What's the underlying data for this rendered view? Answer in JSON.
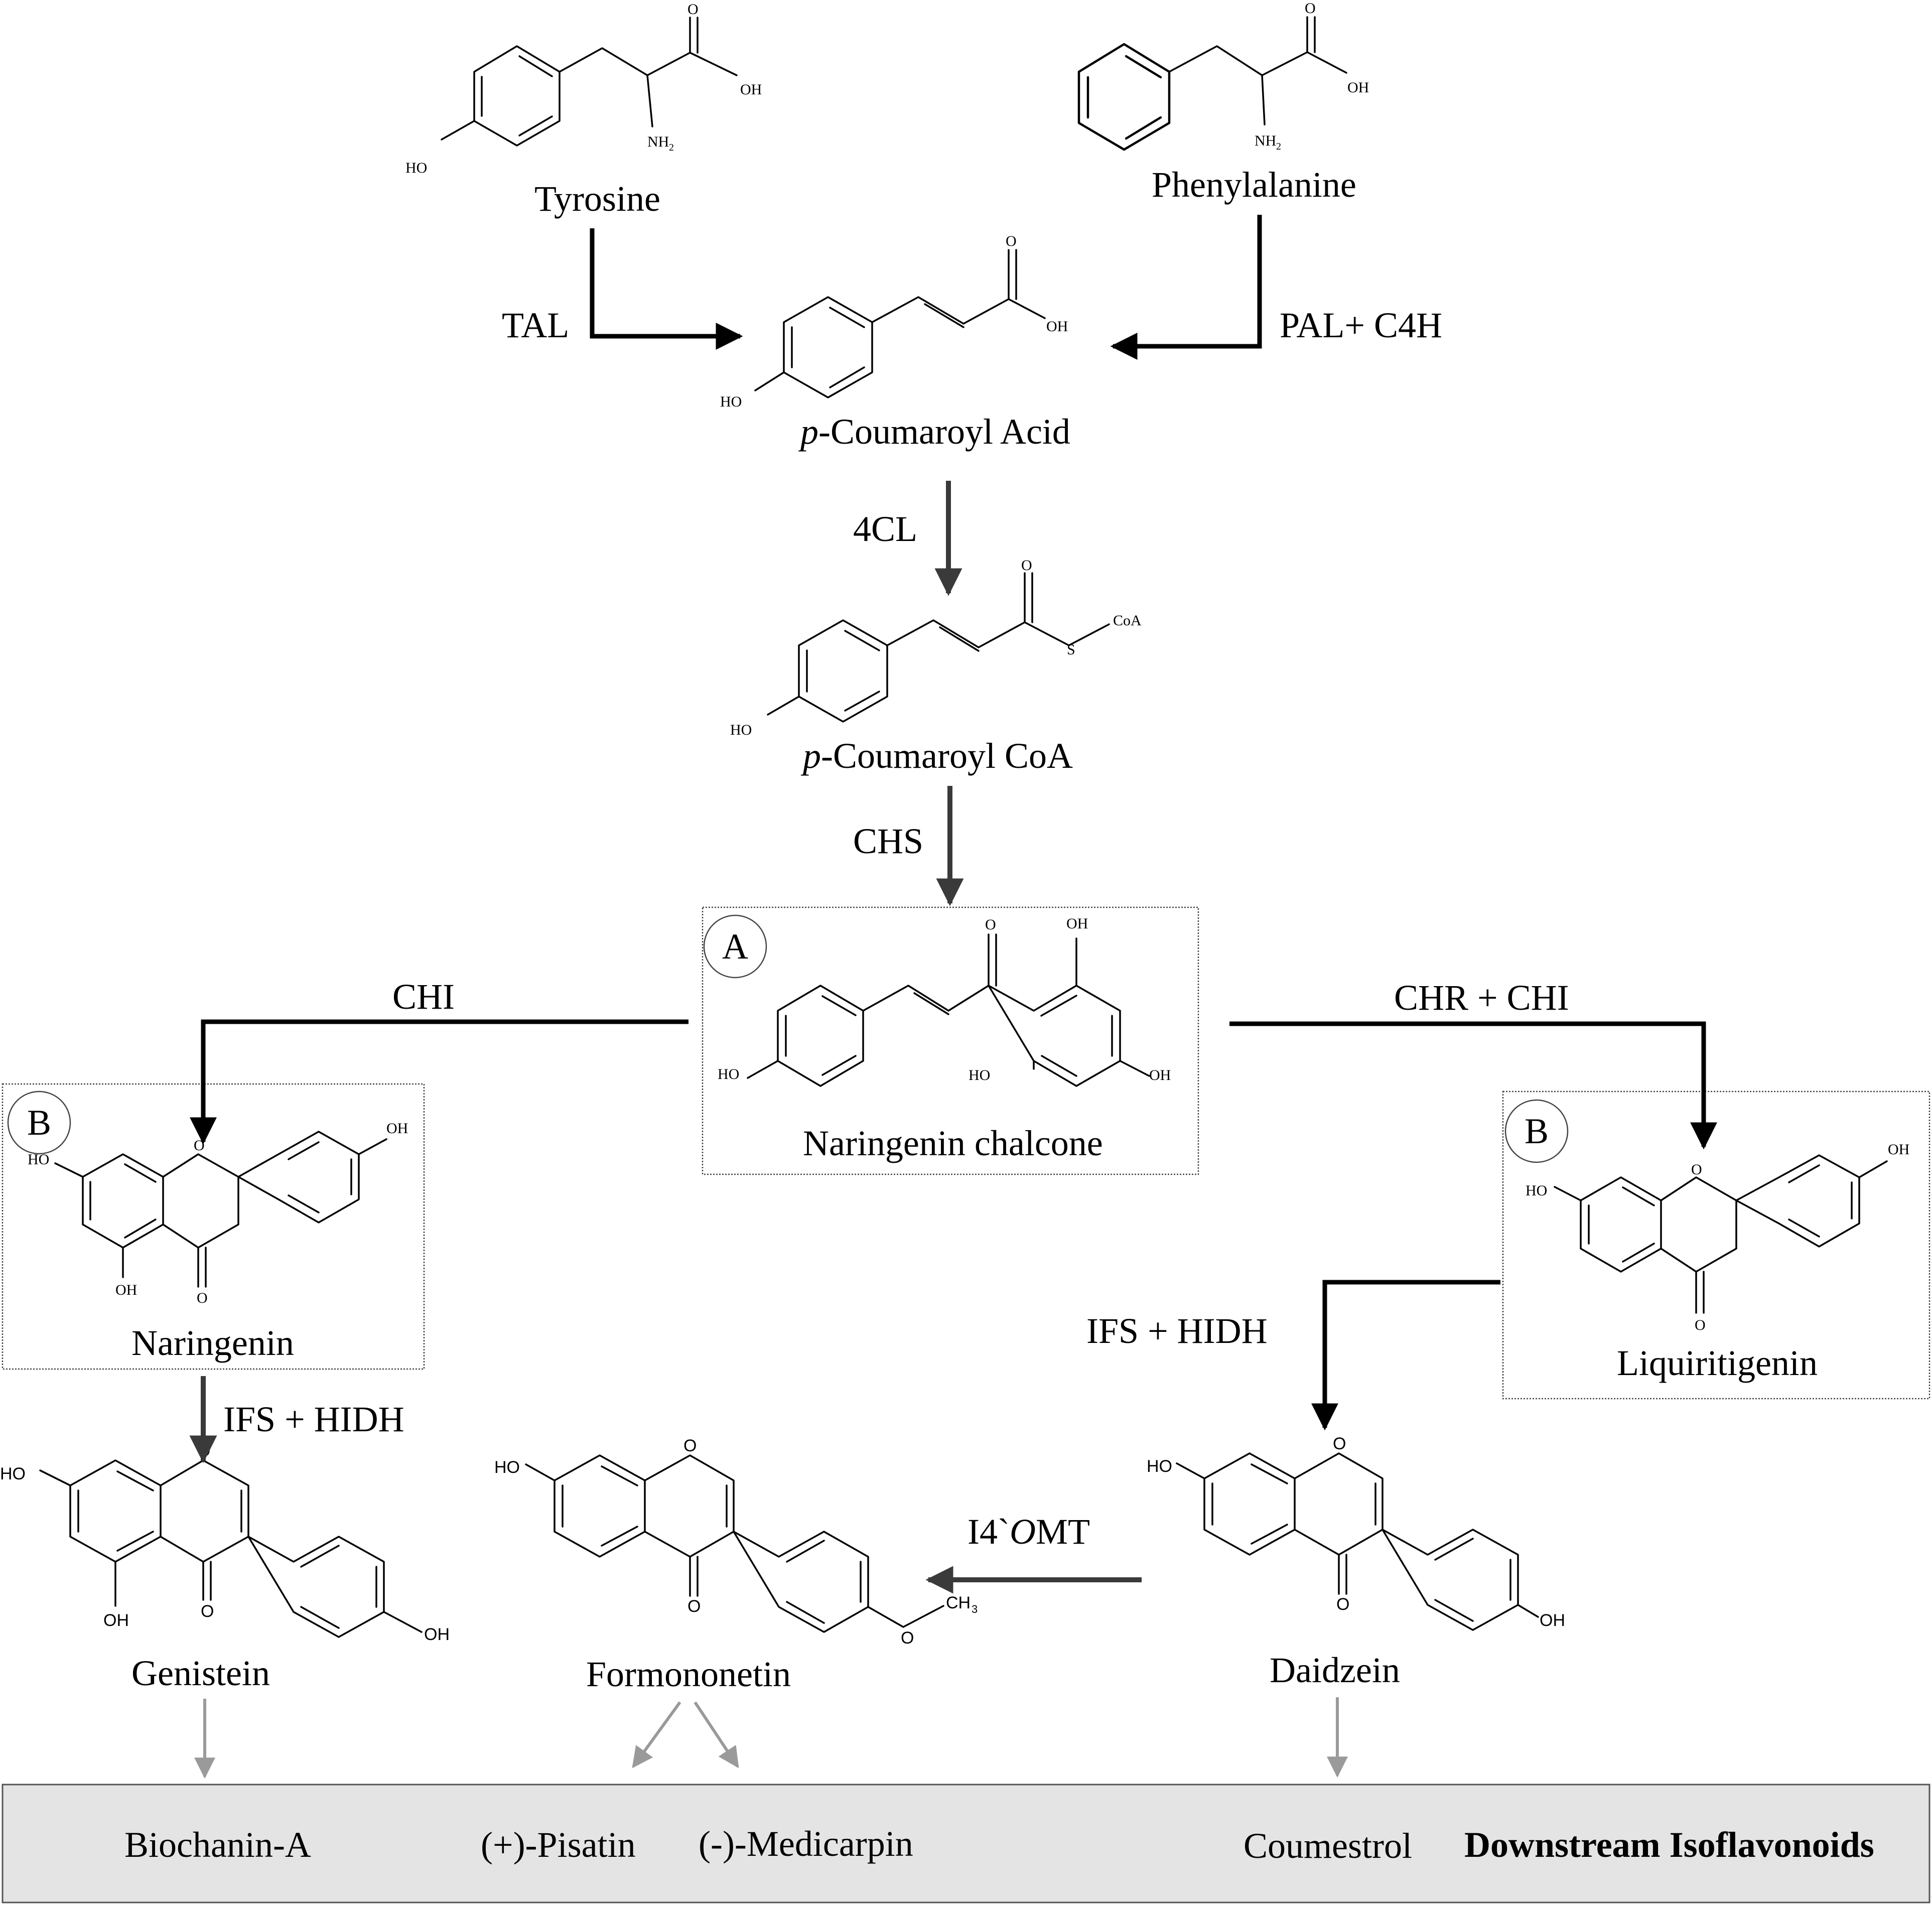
{
  "compounds": {
    "tyrosine": "Tyrosine",
    "phenylalanine": "Phenylalanine",
    "p_coumaroyl_acid_italic": "p",
    "p_coumaroyl_acid_rest": "-Coumaroyl Acid",
    "p_coumaroyl_coa_italic": "p",
    "p_coumaroyl_coa_rest": "-Coumaroyl CoA",
    "naringenin_chalcone": "Naringenin chalcone",
    "naringenin": "Naringenin",
    "liquiritigenin": "Liquiritigenin",
    "genistein": "Genistein",
    "formononetin": "Formononetin",
    "daidzein": "Daidzein"
  },
  "enzymes": {
    "tal": "TAL",
    "pal_c4h": "PAL+ C4H",
    "four_cl": "4CL",
    "chs": "CHS",
    "chi": "CHI",
    "chr_chi": "CHR + CHI",
    "ifs_hidh_left": "IFS + HIDH",
    "ifs_hidh_right": "IFS + HIDH",
    "i4omt_prefix": "I4`",
    "i4omt_italic": "O",
    "i4omt_suffix": "MT"
  },
  "box_tags": {
    "chalcone": "A",
    "naringenin": "B",
    "liquiritigenin": "B"
  },
  "downstream": {
    "biochanin_a": "Biochanin-A",
    "pisatin": "(+)-Pisatin",
    "medicarpin": "(-)-Medicarpin",
    "coumestrol": "Coumestrol",
    "title": "Downstream Isoflavonoids"
  },
  "atoms": {
    "o": "O",
    "oh": "OH",
    "ho": "HO",
    "nh": "NH",
    "two": "2",
    "s": "S",
    "coa": "CoA",
    "ch": "CH",
    "three": "3"
  },
  "colors": {
    "arrow_main": "#000000",
    "arrow_dark": "#3a3a3a",
    "arrow_gray": "#9a9a9a",
    "panel_fill": "#e4e4e4"
  }
}
